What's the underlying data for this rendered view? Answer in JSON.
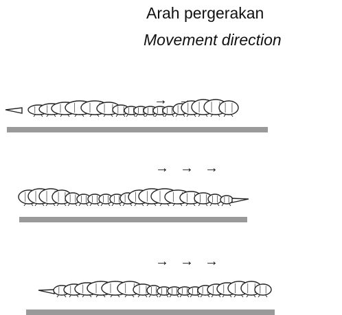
{
  "title_ms": "Arah pergerakan",
  "title_en": "Movement direction",
  "arrow_glyph": "→",
  "stages": [
    {
      "id": "stage-1"
    },
    {
      "id": "stage-2"
    },
    {
      "id": "stage-3"
    }
  ]
}
